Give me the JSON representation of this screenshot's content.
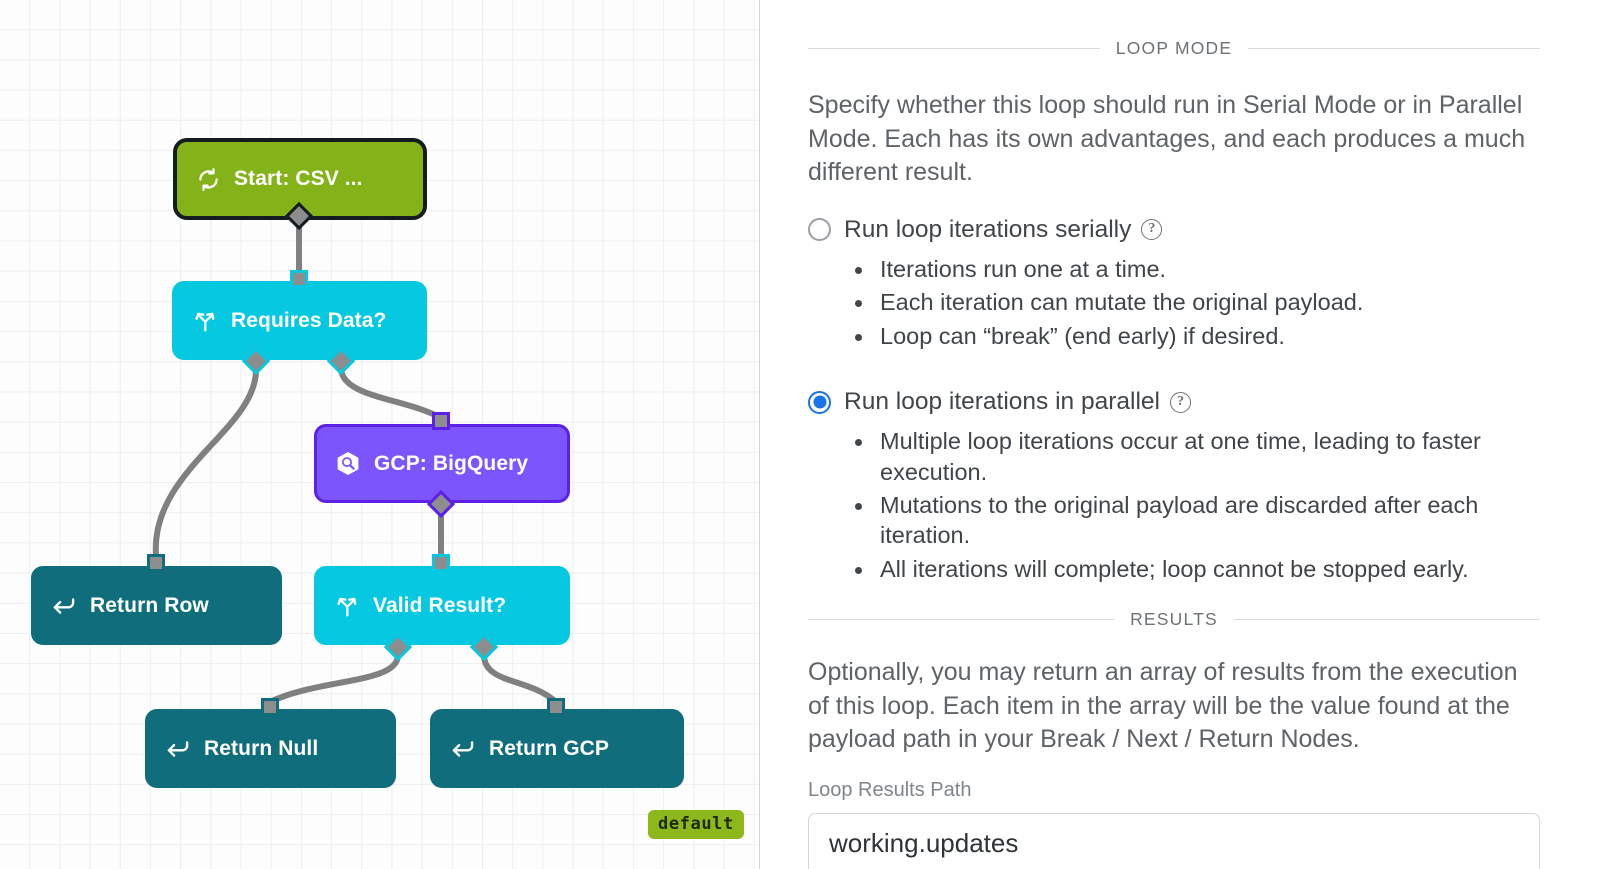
{
  "canvas": {
    "badge": "default",
    "nodes": [
      {
        "id": "start",
        "label": "Start: CSV ...",
        "icon": "loop-sync-icon",
        "type": "start"
      },
      {
        "id": "requires",
        "label": "Requires Data?",
        "icon": "branch-fork-icon",
        "type": "branch"
      },
      {
        "id": "bigquery",
        "label": "GCP: BigQuery",
        "icon": "bigquery-hexagon-icon",
        "type": "integration"
      },
      {
        "id": "return-row",
        "label": "Return Row",
        "icon": "return-arrow-icon",
        "type": "return"
      },
      {
        "id": "valid",
        "label": "Valid Result?",
        "icon": "branch-fork-icon",
        "type": "branch"
      },
      {
        "id": "return-null",
        "label": "Return Null",
        "icon": "return-arrow-icon",
        "type": "return"
      },
      {
        "id": "return-gcp",
        "label": "Return GCP",
        "icon": "return-arrow-icon",
        "type": "return"
      }
    ],
    "colors": {
      "start": "#84b319",
      "branch": "#06c8e0",
      "integration": "#7c55fc",
      "return": "#106e7c",
      "edge": "#808080",
      "badge": "#8cb81c"
    }
  },
  "panel": {
    "loop_mode": {
      "section_title": "LOOP MODE",
      "description": "Specify whether this loop should run in Serial Mode or in Parallel Mode. Each has its own advantages, and each produces a much different result.",
      "options": [
        {
          "label": "Run loop iterations serially",
          "selected": false,
          "help_icon": "question-mark-icon",
          "bullets": [
            "Iterations run one at a time.",
            "Each iteration can mutate the original payload.",
            "Loop can “break” (end early) if desired."
          ]
        },
        {
          "label": "Run loop iterations in parallel",
          "selected": true,
          "help_icon": "question-mark-icon",
          "bullets": [
            "Multiple loop iterations occur at one time, leading to faster execution.",
            "Mutations to the original payload are discarded after each iteration.",
            "All iterations will complete; loop cannot be stopped early."
          ]
        }
      ]
    },
    "results": {
      "section_title": "RESULTS",
      "description": "Optionally, you may return an array of results from the execution of this loop. Each item in the array will be the value found at the payload path in your Break / Next / Return Nodes.",
      "field_label": "Loop Results Path",
      "field_value": "working.updates",
      "field_placeholder": "working.updates"
    },
    "accent_color": "#1a73e8"
  }
}
